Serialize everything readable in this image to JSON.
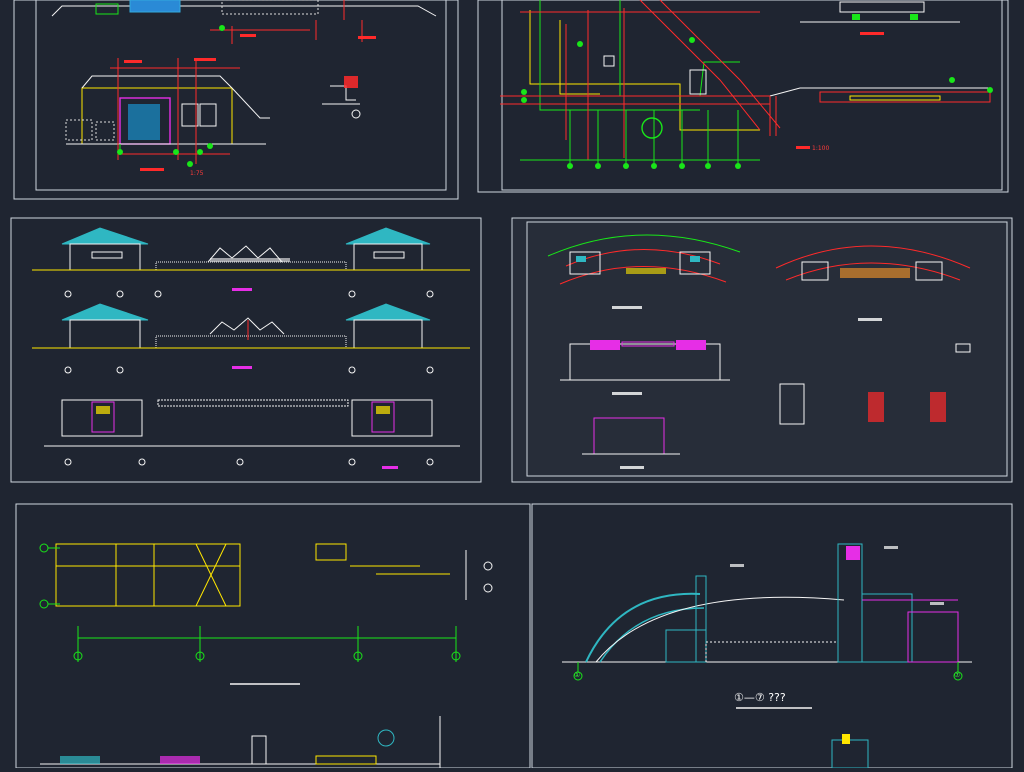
{
  "panel_a": {
    "scale": "1:75"
  },
  "panel_b": {
    "scale": "1:100"
  },
  "panel_f": {
    "title": "①—⑦ ???",
    "axis_left": "①",
    "axis_right": "⑦"
  }
}
